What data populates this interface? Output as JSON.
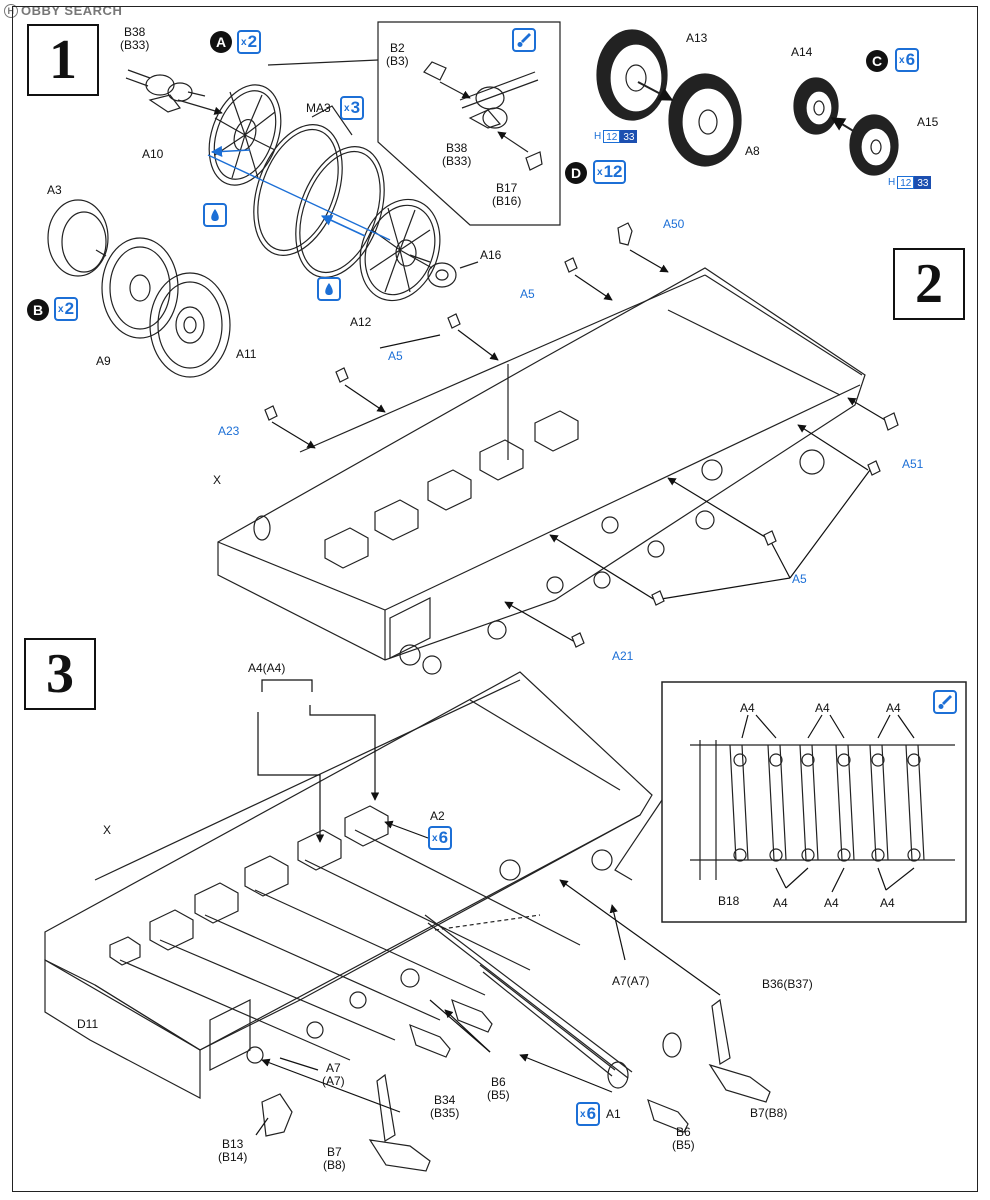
{
  "watermark": {
    "badge": "H",
    "text": "OBBY SEARCH"
  },
  "steps": [
    "1",
    "2",
    "3"
  ],
  "step1": {
    "sub_markers": [
      {
        "letter": "A",
        "count": "2"
      },
      {
        "letter": "B",
        "count": "2"
      },
      {
        "letter": "C",
        "count": "6"
      },
      {
        "letter": "D",
        "count": "12"
      }
    ],
    "ma3_count": "3",
    "labels": {
      "b38_b33": [
        "B38",
        "(B33)"
      ],
      "a10": "A10",
      "ma3": "MA3",
      "a3": "A3",
      "a9": "A9",
      "a11": "A11",
      "a12": "A12",
      "a16": "A16",
      "detail_b2": [
        "B2",
        "(B3)"
      ],
      "detail_b38": [
        "B38",
        "(B33)"
      ],
      "detail_b17": [
        "B17",
        "(B16)"
      ],
      "a13": "A13",
      "a8": "A8",
      "a14": "A14",
      "a15": "A15"
    },
    "paint_codes": [
      {
        "h": "H",
        "a": "12",
        "b": "33"
      },
      {
        "h": "H",
        "a": "12",
        "b": "33"
      }
    ]
  },
  "step2": {
    "labels": {
      "a50": "A50",
      "a5_top": "A5",
      "a5_mid": "A5",
      "a23": "A23",
      "x": "X",
      "a51": "A51",
      "a5_right": "A5",
      "a21": "A21"
    }
  },
  "step3": {
    "a2_count": "6",
    "a1_count": "6",
    "labels": {
      "a4_a4": "A4(A4)",
      "x": "X",
      "a2": "A2",
      "d11": "D11",
      "a7_a7_left": [
        "A7",
        "(A7)"
      ],
      "b34_b35": [
        "B34",
        "(B35)"
      ],
      "b6_b5_left": [
        "B6",
        "(B5)"
      ],
      "b13_b14": [
        "B13",
        "(B14)"
      ],
      "b7_b8_left": [
        "B7",
        "(B8)"
      ],
      "a1": "A1",
      "b6_b5_right": [
        "B6",
        "(B5)"
      ],
      "a7_a7_right": "A7(A7)",
      "b36_b37": "B36(B37)",
      "b7_b8_right": "B7(B8)"
    },
    "detail": {
      "a4_top": [
        "A4",
        "A4",
        "A4"
      ],
      "a4_bottom": [
        "A4",
        "A4",
        "A4"
      ],
      "b18": "B18"
    }
  }
}
